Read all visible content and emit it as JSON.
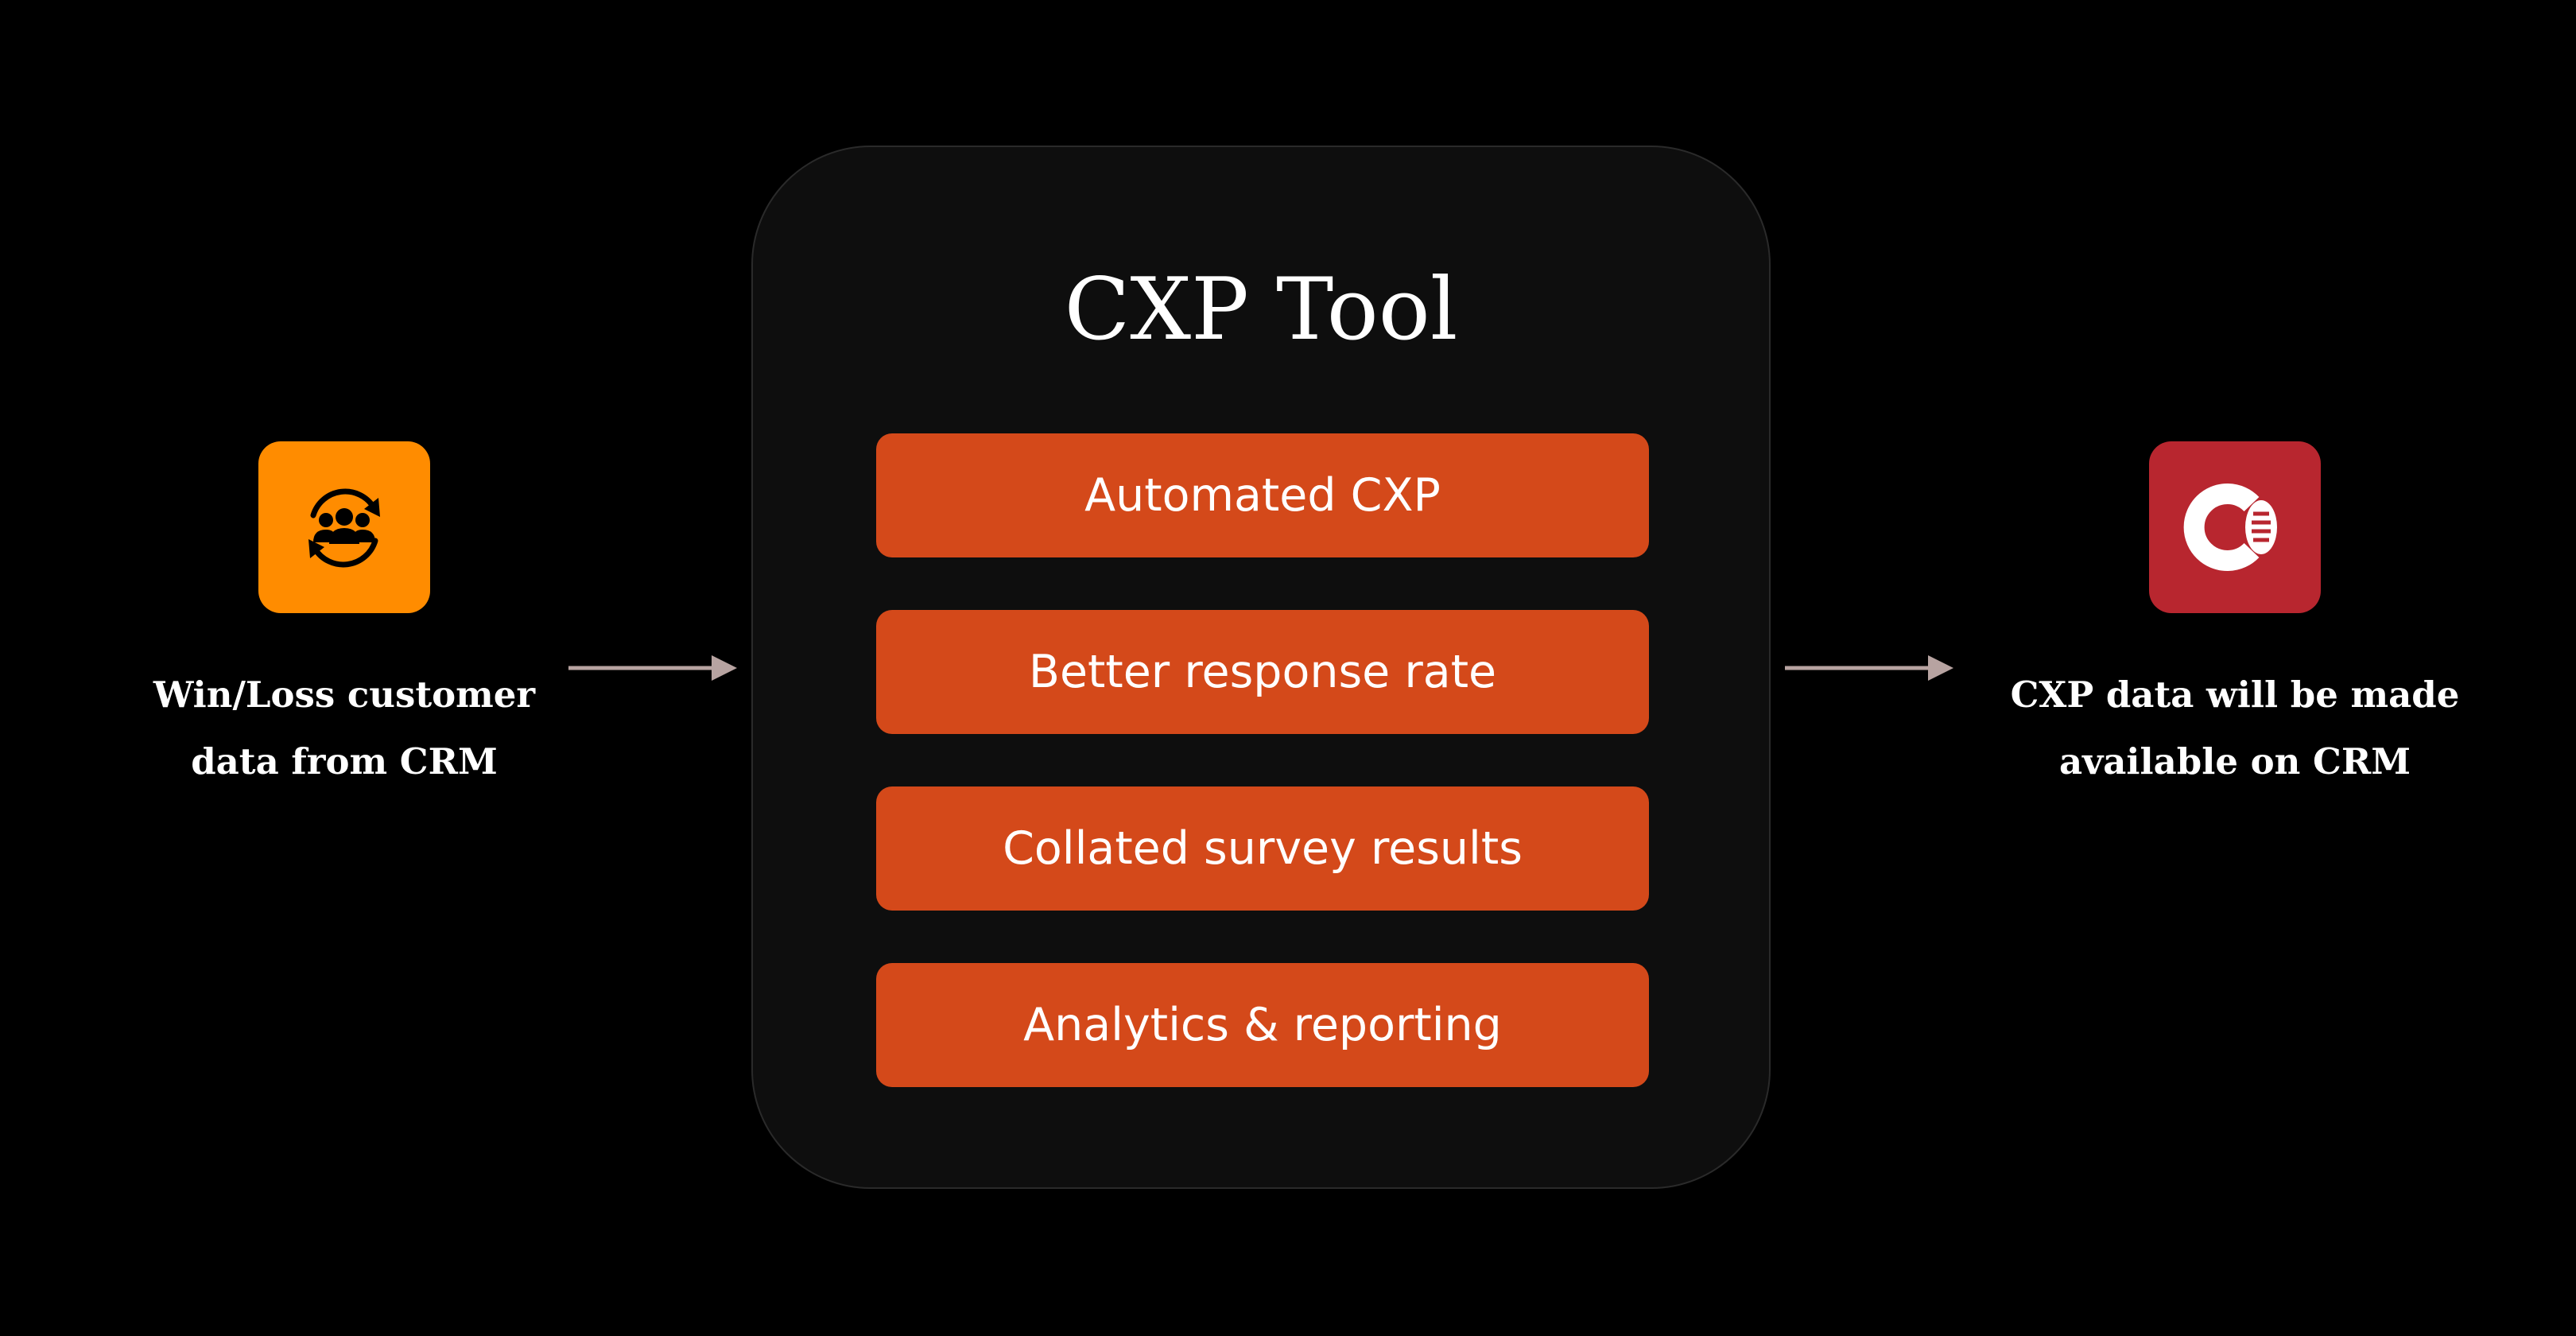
{
  "source": {
    "icon": "people-sync-icon",
    "icon_bg": "#ff8c00",
    "label_lines": [
      "Win/Loss customer",
      "data from CRM"
    ]
  },
  "tool": {
    "title": "CXP Tool",
    "accent": "#d4491a",
    "features": [
      "Automated CXP",
      "Better response rate",
      "Collated survey results",
      "Analytics & reporting"
    ]
  },
  "target": {
    "icon": "crm-logo-icon",
    "icon_bg": "#b8262f",
    "label_lines": [
      "CXP data will be made",
      "available on CRM"
    ]
  },
  "arrow_color": "#b7a3a1"
}
